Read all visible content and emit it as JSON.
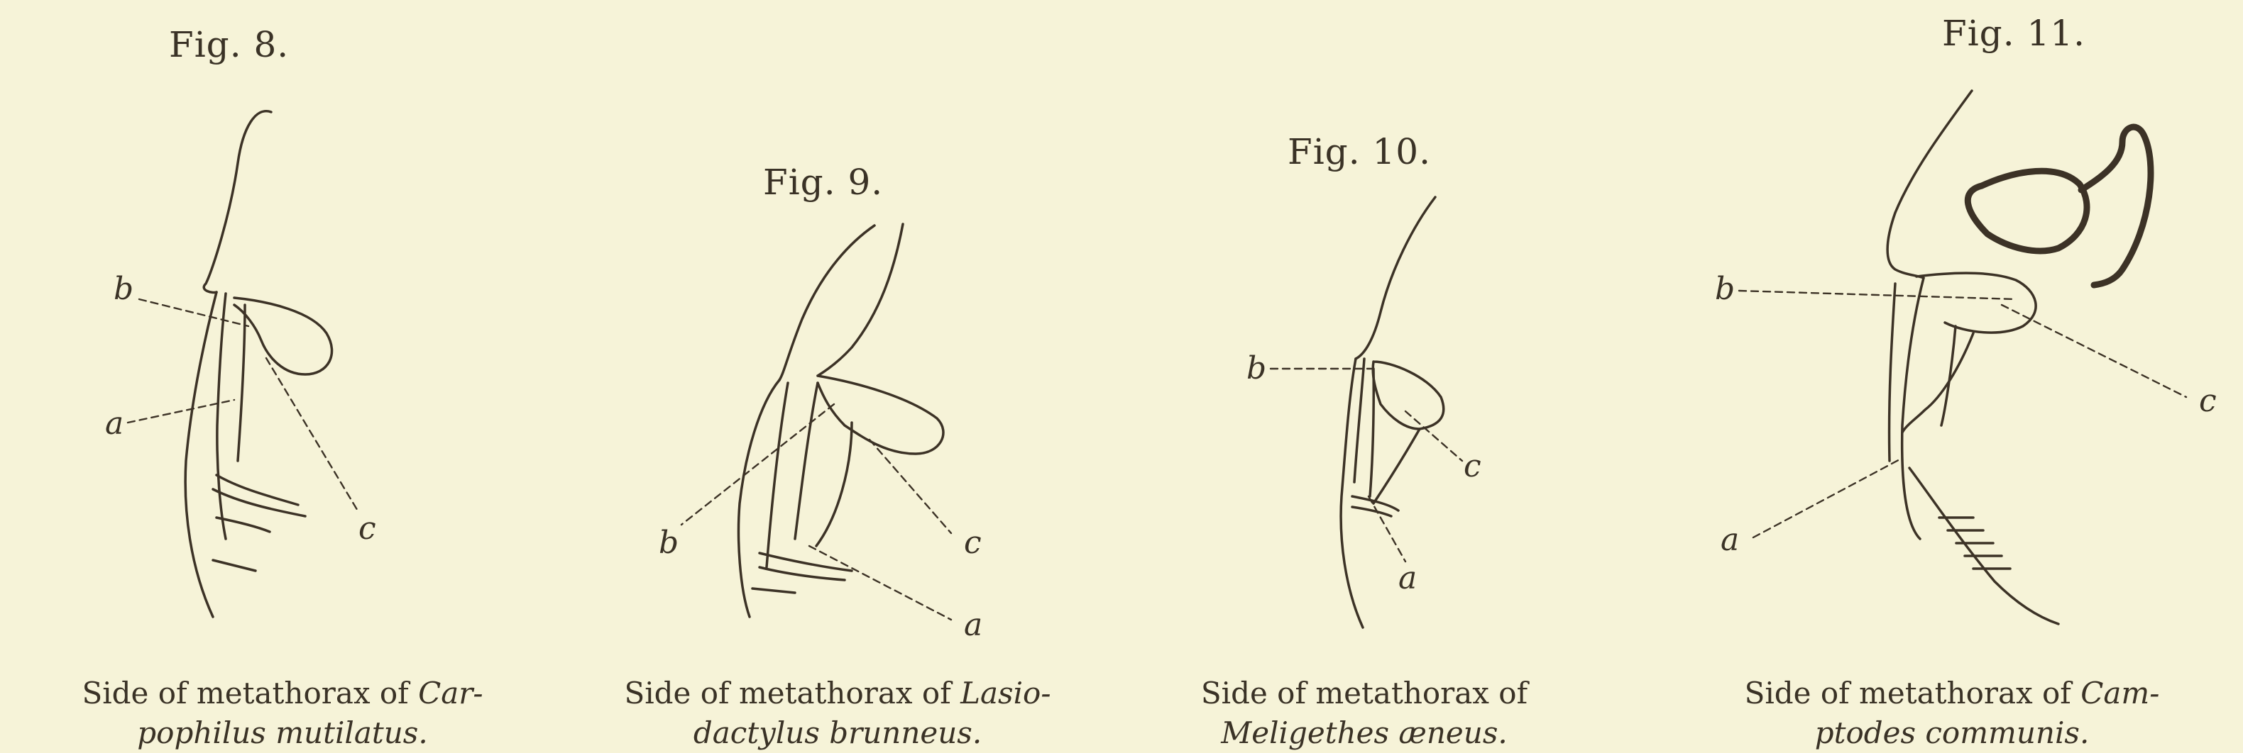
{
  "figures": [
    {
      "id": "fig8",
      "title": "Fig. 8.",
      "caption_line1": "Side of metathorax of ",
      "caption_line1_italic": "Car-",
      "caption_line2": "pophilus mutilatus.",
      "labels": {
        "a": "a",
        "b": "b",
        "c": "c"
      }
    },
    {
      "id": "fig9",
      "title": "Fig. 9.",
      "caption_line1": "Side of metathorax of ",
      "caption_line1_italic": "Lasio-",
      "caption_line2": "dactylus brunneus.",
      "labels": {
        "a": "a",
        "b": "b",
        "c": "c"
      }
    },
    {
      "id": "fig10",
      "title": "Fig. 10.",
      "caption_line1": "Side of metathorax of",
      "caption_line1_italic": "",
      "caption_line2": "Meligethes æneus.",
      "labels": {
        "a": "a",
        "b": "b",
        "c": "c"
      }
    },
    {
      "id": "fig11",
      "title": "Fig. 11.",
      "caption_line1": "Side of metathorax of ",
      "caption_line1_italic": "Cam-",
      "caption_line2": "ptodes communis.",
      "labels": {
        "a": "a",
        "b": "b",
        "c": "c"
      }
    }
  ]
}
